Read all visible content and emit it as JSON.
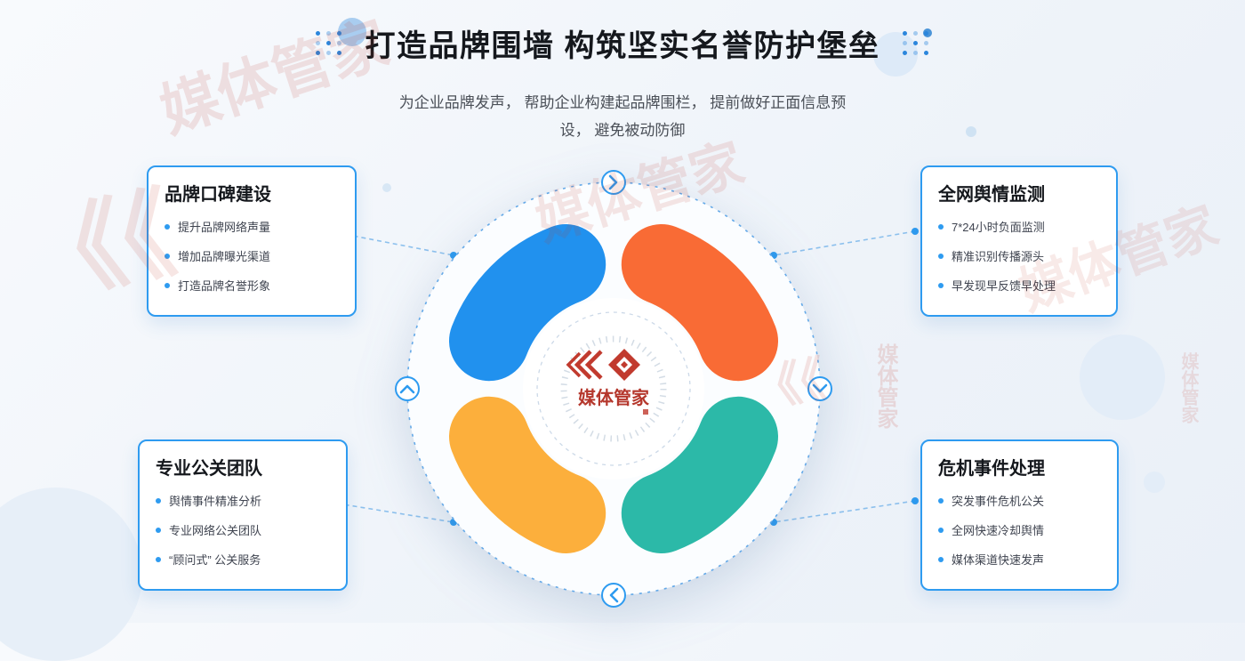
{
  "header": {
    "title": "打造品牌围墙 构筑坚实名誉防护堡垒",
    "subtitle_line1": "为企业品牌发声， 帮助企业构建起品牌围栏，  提前做好正面信息预",
    "subtitle_line2": "设， 避免被动防御"
  },
  "cards": [
    {
      "title": "品牌口碑建设",
      "items": [
        "提升品牌网络声量",
        "增加品牌曝光渠道",
        "打造品牌名誉形象"
      ]
    },
    {
      "title": "全网舆情监测",
      "items": [
        "7*24小时负面监测",
        "精准识别传播源头",
        "早发现早反馈早处理"
      ]
    },
    {
      "title": "专业公关团队",
      "items": [
        "舆情事件精准分析",
        "专业网络公关团队",
        "“顾问式” 公关服务"
      ]
    },
    {
      "title": "危机事件处理",
      "items": [
        "突发事件危机公关",
        "全网快速冷却舆情",
        "媒体渠道快速发声"
      ]
    }
  ],
  "diagram": {
    "center_logo_text": "媒体管家",
    "colors": {
      "blue": "#2191ee",
      "orange": "#f96b35",
      "yellow": "#fcaf3c",
      "teal": "#2cb9a8",
      "accent": "#2e9bf0"
    }
  },
  "watermark": {
    "text": "媒体管家",
    "mark": "《《"
  }
}
